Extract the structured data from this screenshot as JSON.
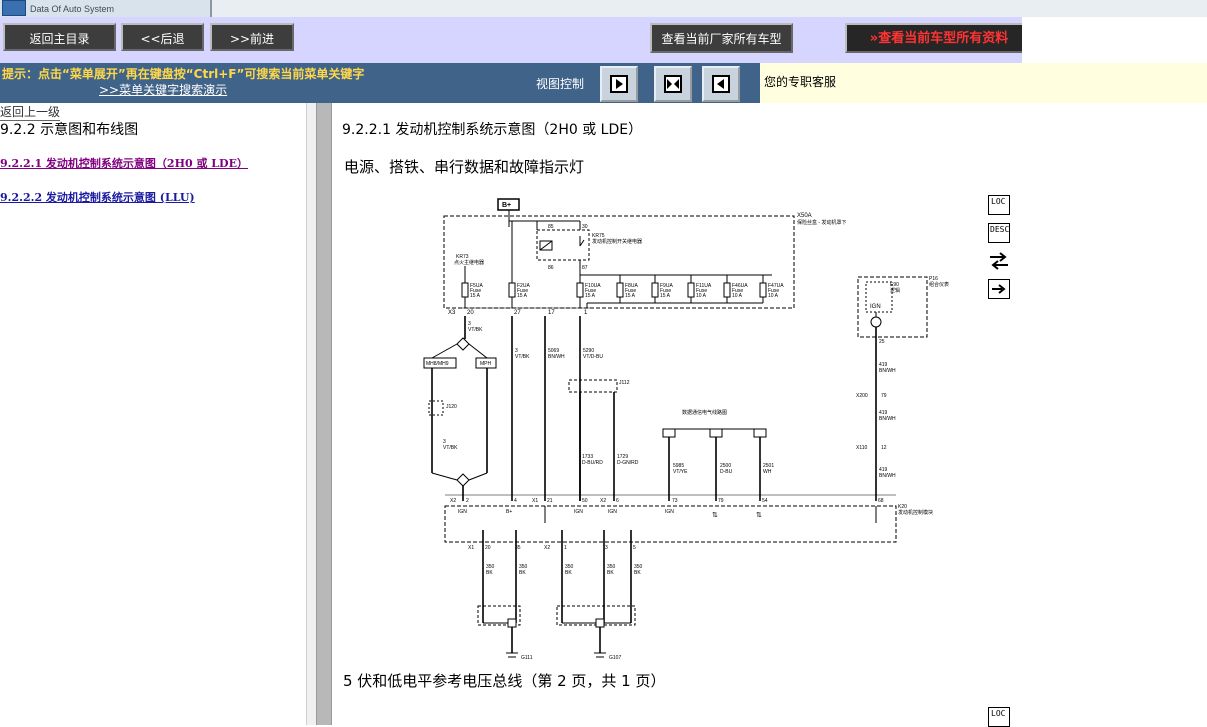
{
  "header": {
    "logo_subtitle": "Data Of Auto System"
  },
  "nav": {
    "home": "返回主目录",
    "back": "<<后退",
    "forward": ">>前进",
    "all_models": "查看当前厂家所有车型",
    "all_data": "查看当前车型所有资料"
  },
  "hint": {
    "text": "提示：点击“菜单展开”再在键盘按“Ctrl+F”可搜索当前菜单关键字",
    "link": ">>菜单关键字搜索演示",
    "view_control": "视图控制",
    "customer_service": "您的专职客服"
  },
  "left": {
    "up": "返回上一级",
    "heading": "9.2.2 示意图和布线图",
    "links": [
      "9.2.2.1 发动机控制系统示意图（2H0 或 LDE）",
      "9.2.2.2 发动机控制系统示意图 (LLU)"
    ]
  },
  "doc": {
    "title": "9.2.2.1 发动机控制系统示意图（2H0 或 LDE）",
    "subtitle": "电源、搭铁、串行数据和故障指示灯",
    "footer": "5 伏和低电平参考电压总线（第 2 页，共 1 页）"
  },
  "diagram": {
    "battery": "B+",
    "fuse_block": "X50A",
    "fuse_block_desc": "保险丝盒 - 发动机罩下",
    "relay_id": "KR75",
    "relay_desc": "发动机控制开关继电器",
    "relay_pins": [
      "85",
      "30",
      "86",
      "87"
    ],
    "ign_relay_id": "KR73",
    "ign_relay_desc": "点火主继电器",
    "fuses": [
      {
        "name": "F5UA",
        "type": "Fuse",
        "rating": "15 A"
      },
      {
        "name": "F2UA",
        "type": "Fuse",
        "rating": "15 A"
      },
      {
        "name": "F10UA",
        "type": "Fuse",
        "rating": "15 A"
      },
      {
        "name": "F8UA",
        "type": "Fuse",
        "rating": "15 A"
      },
      {
        "name": "F9UA",
        "type": "Fuse",
        "rating": "15 A"
      },
      {
        "name": "F11UA",
        "type": "Fuse",
        "rating": "10 A"
      },
      {
        "name": "F46UA",
        "type": "Fuse",
        "rating": "10 A"
      },
      {
        "name": "F47UA",
        "type": "Fuse",
        "rating": "10 A"
      }
    ],
    "x3_label": "X3",
    "x3_pins": [
      "20",
      "27",
      "17",
      "1"
    ],
    "wires_top": [
      {
        "num": "3",
        "color": "VT/BK"
      },
      {
        "num": "3",
        "color": "VT/BK"
      },
      {
        "num": "5069",
        "color": "BN/WH"
      },
      {
        "num": "5290",
        "color": "VT/D-BU"
      }
    ],
    "splice_left": "MH8/MH9",
    "splice_right": "MPH",
    "j120": "J120",
    "j112": "J112",
    "wire_left_low": {
      "num": "3",
      "color": "VT/BK"
    },
    "wire_j112_a": {
      "num": "1733",
      "color": "D-BU/RD"
    },
    "wire_j112_b": {
      "num": "1729",
      "color": "D-GN/RD"
    },
    "serial_label": "数据通信电气线路图",
    "serial_wires": [
      {
        "num": "5985",
        "color": "VT/YE"
      },
      {
        "num": "2500",
        "color": "D-BU"
      },
      {
        "num": "2501",
        "color": "WH"
      }
    ],
    "ipc_id": "P16",
    "ipc_desc": "组合仪表",
    "mil_id": "E90",
    "mil_desc": "逻辑",
    "ign_label": "IGN",
    "ipc_pin": "25",
    "wire_419a": {
      "num": "419",
      "color": "BN/WH"
    },
    "x200": "X200",
    "x200_pin": "79",
    "wire_419b": {
      "num": "419",
      "color": "BN/WH"
    },
    "x110": "X110",
    "x110_pin": "12",
    "wire_419c": {
      "num": "419",
      "color": "BN/WH"
    },
    "ecm_id": "K20",
    "ecm_desc": "发动机控制模块",
    "ecm_conn": [
      "X2",
      "X1",
      "X2"
    ],
    "ecm_pins_top": [
      "2",
      "4",
      "21",
      "50",
      "6",
      "73",
      "79",
      "54",
      "68"
    ],
    "ecm_pin_labels": [
      "IGN",
      "B+",
      "IGN",
      "IGN",
      "IGN"
    ],
    "ecm_gnd_conn": [
      "X1",
      "X2"
    ],
    "ecm_gnd_pins": [
      "20",
      "35",
      "1",
      "3",
      "5"
    ],
    "gnd_wires": [
      {
        "num": "350",
        "color": "BK"
      },
      {
        "num": "350",
        "color": "BK"
      },
      {
        "num": "350",
        "color": "BK"
      },
      {
        "num": "350",
        "color": "BK"
      },
      {
        "num": "350",
        "color": "BK"
      }
    ],
    "grounds": [
      "G111",
      "G107"
    ]
  },
  "side_icons": {
    "loc": "LOC",
    "desc": "DESC"
  }
}
